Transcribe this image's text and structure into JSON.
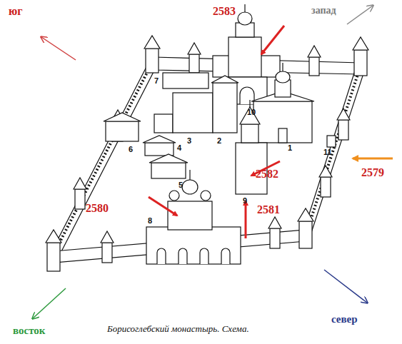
{
  "diagram": {
    "caption": "Борисоглебский монастырь. Схема.",
    "labels": [
      "юг",
      "2583",
      "запад",
      "1",
      "2",
      "3",
      "4",
      "5",
      "6",
      "7",
      "8",
      "9",
      "10",
      "11",
      "2582",
      "2579",
      "2581",
      "2580",
      "восток",
      "север"
    ]
  }
}
